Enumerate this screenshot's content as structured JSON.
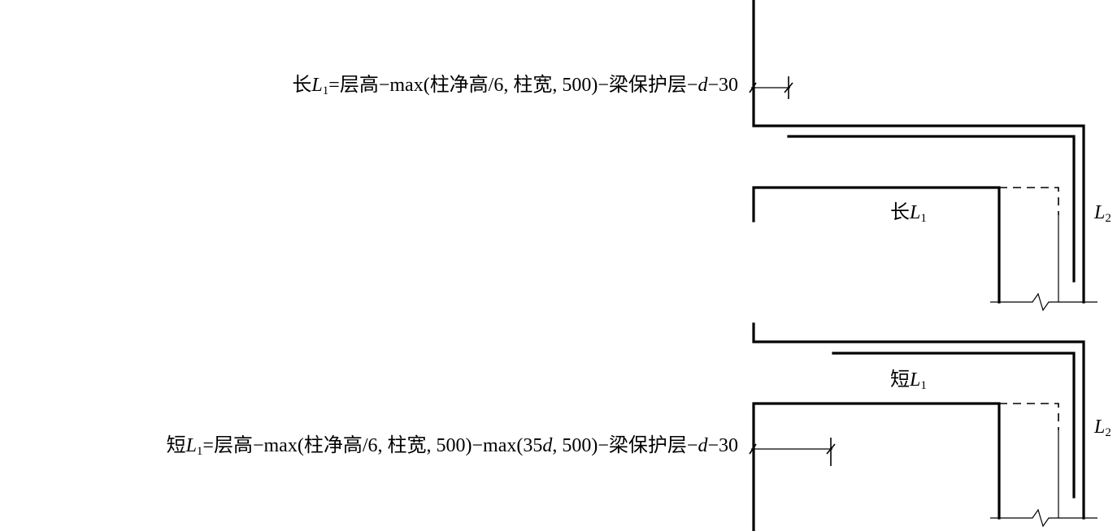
{
  "labels": {
    "long_formula": {
      "prefix": "长",
      "var": "L",
      "sub": "1",
      "body_a": "=层高",
      "minus": "−",
      "body_b": "max(柱净高/6, 柱宽, 500)",
      "minus2": "−",
      "body_c": "梁保护层",
      "minus3": "−",
      "d": "d",
      "tail": "−30"
    },
    "short_formula": {
      "prefix": "短",
      "var": "L",
      "sub": "1",
      "body_a": "=层高",
      "minus": "−",
      "body_b": "max(柱净高/6, 柱宽, 500)",
      "minus2": "−",
      "body_c": "max(35",
      "d_mid": "d",
      "body_d": ", 500)",
      "minus3": "−",
      "body_e": "梁保护层",
      "minus4": "−",
      "d": "d",
      "tail": "−30"
    },
    "long_L1": {
      "prefix": "长",
      "var": "L",
      "sub": "1"
    },
    "short_L1": {
      "prefix": "短",
      "var": "L",
      "sub": "1"
    },
    "L2_top": {
      "var": "L",
      "sub": "2"
    },
    "L2_bottom": {
      "var": "L",
      "sub": "2"
    }
  },
  "colors": {
    "line": "#000000",
    "background": "#ffffff"
  }
}
